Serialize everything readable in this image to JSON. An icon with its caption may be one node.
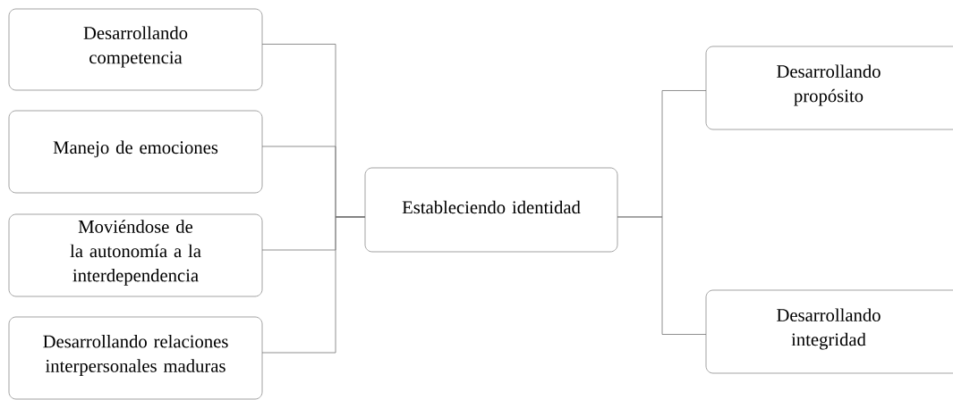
{
  "diagram": {
    "nodes": [
      {
        "text": [
          "Desarrollando competencia"
        ]
      },
      {
        "text": [
          "Manejo de emociones"
        ]
      },
      {
        "text": [
          "Moviéndose de la autonomía a la interdependencia"
        ]
      },
      {
        "text": [
          "Desarrollando relaciones interpersonales maduras"
        ]
      },
      {
        "text": [
          "Estableciendo identidad"
        ]
      },
      {
        "text": [
          "Desarrollando propósito"
        ]
      },
      {
        "text": [
          "Desarrollando integridad"
        ]
      }
    ],
    "edges": [
      {
        "from": 0,
        "to": 4,
        "arrow": "none"
      },
      {
        "from": 1,
        "to": 4,
        "arrow": "none"
      },
      {
        "from": 2,
        "to": 4,
        "arrow": "none"
      },
      {
        "from": 3,
        "to": 4,
        "arrow": "none"
      },
      {
        "from": 4,
        "to": 5,
        "arrow": "none"
      },
      {
        "from": 4,
        "to": 6,
        "arrow": "none"
      }
    ]
  }
}
